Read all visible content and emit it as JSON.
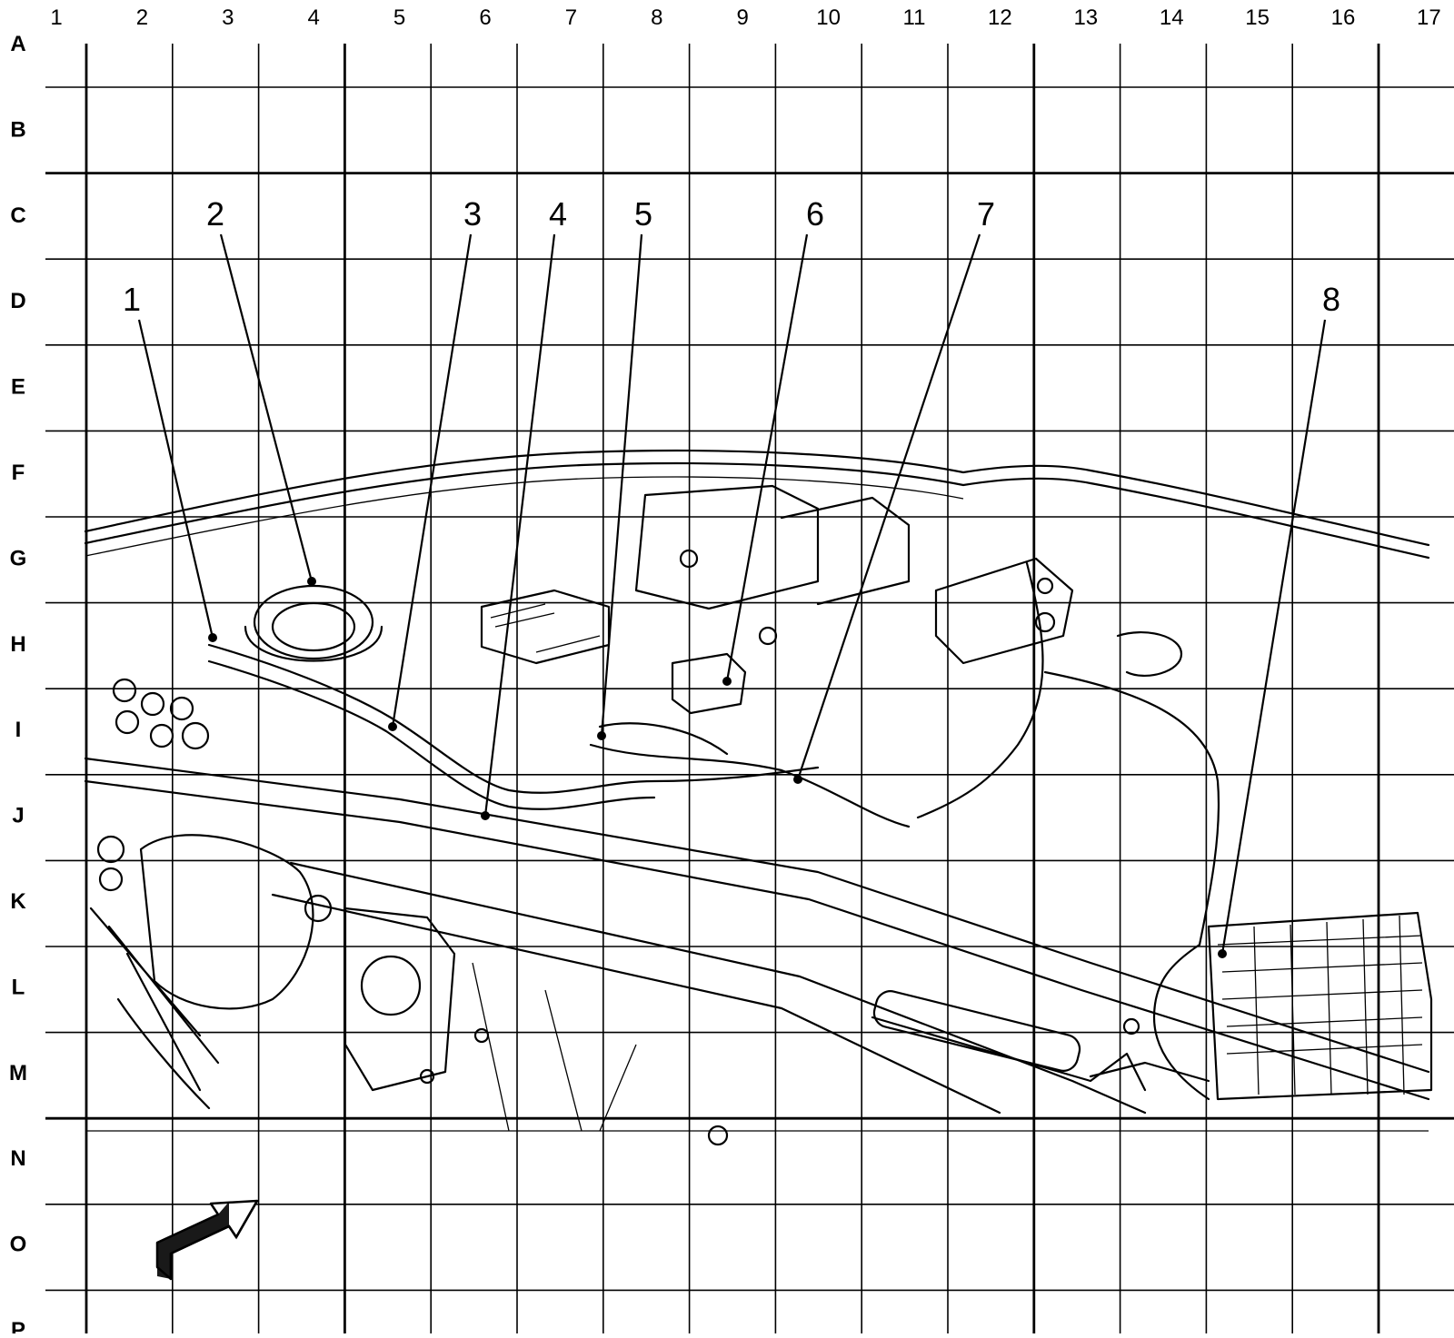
{
  "grid": {
    "columns": [
      "1",
      "2",
      "3",
      "4",
      "5",
      "6",
      "7",
      "8",
      "9",
      "10",
      "11",
      "12",
      "13",
      "14",
      "15",
      "16",
      "17"
    ],
    "rows": [
      "A",
      "B",
      "C",
      "D",
      "E",
      "F",
      "G",
      "H",
      "I",
      "J",
      "K",
      "L",
      "M",
      "N",
      "O",
      "P"
    ]
  },
  "callouts": [
    "1",
    "2",
    "3",
    "4",
    "5",
    "6",
    "7",
    "8"
  ],
  "icons": {
    "view_direction": "view-direction-arrow-icon"
  }
}
